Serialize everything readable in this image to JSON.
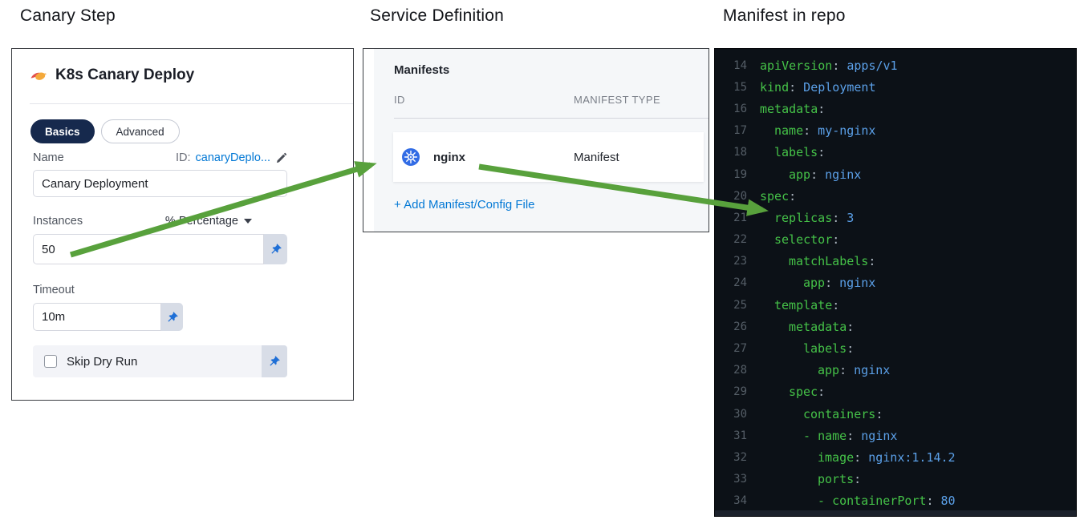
{
  "page": {
    "titles": {
      "canary_step": "Canary Step",
      "service_definition": "Service Definition",
      "manifest_in_repo": "Manifest in repo"
    }
  },
  "colors": {
    "arrow_green": "#58a13c",
    "accent_blue": "#0278d5",
    "kubernetes_blue": "#326ce5",
    "active_pill_navy": "#16294d",
    "code_background": "#0c1117",
    "code_key_green": "#45c248",
    "code_value_blue": "#5ba0e8",
    "code_line_number_gray": "#555e67"
  },
  "icons": {
    "step_icon": "canary-bird-icon",
    "edit_icon": "pencil-icon",
    "pin_icon": "pushpin-icon",
    "unit_caret": "caret-down-icon",
    "manifest_icon": "kubernetes-icon",
    "checkbox": "checkbox-unchecked"
  },
  "canary_panel": {
    "title": "K8s Canary Deploy",
    "tabs": [
      {
        "label": "Basics",
        "active": true
      },
      {
        "label": "Advanced",
        "active": false
      }
    ],
    "name_label": "Name",
    "id_prefix": "ID:",
    "id_value": "canaryDeplo...",
    "name_value": "Canary Deployment",
    "instances_label": "Instances",
    "unit_dropdown_label": "% Percentage",
    "instances_value": "50",
    "timeout_label": "Timeout",
    "timeout_value": "10m",
    "skip_dry_run_label": "Skip Dry Run",
    "skip_dry_run_checked": false
  },
  "service_panel": {
    "heading": "Manifests",
    "columns": [
      "ID",
      "MANIFEST TYPE"
    ],
    "rows": [
      {
        "id": "nginx",
        "type": "Manifest"
      }
    ],
    "add_link": "+ Add Manifest/Config File"
  },
  "code_panel": {
    "language": "yaml",
    "lines": [
      {
        "num": 14,
        "indent": 0,
        "dash": false,
        "key": "apiVersion",
        "value": "apps/v1"
      },
      {
        "num": 15,
        "indent": 0,
        "dash": false,
        "key": "kind",
        "value": "Deployment"
      },
      {
        "num": 16,
        "indent": 0,
        "dash": false,
        "key": "metadata",
        "value": null
      },
      {
        "num": 17,
        "indent": 2,
        "dash": false,
        "key": "name",
        "value": "my-nginx"
      },
      {
        "num": 18,
        "indent": 2,
        "dash": false,
        "key": "labels",
        "value": null
      },
      {
        "num": 19,
        "indent": 4,
        "dash": false,
        "key": "app",
        "value": "nginx"
      },
      {
        "num": 20,
        "indent": 0,
        "dash": false,
        "key": "spec",
        "value": null
      },
      {
        "num": 21,
        "indent": 2,
        "dash": false,
        "key": "replicas",
        "value": "3"
      },
      {
        "num": 22,
        "indent": 2,
        "dash": false,
        "key": "selector",
        "value": null
      },
      {
        "num": 23,
        "indent": 4,
        "dash": false,
        "key": "matchLabels",
        "value": null
      },
      {
        "num": 24,
        "indent": 6,
        "dash": false,
        "key": "app",
        "value": "nginx"
      },
      {
        "num": 25,
        "indent": 2,
        "dash": false,
        "key": "template",
        "value": null
      },
      {
        "num": 26,
        "indent": 4,
        "dash": false,
        "key": "metadata",
        "value": null
      },
      {
        "num": 27,
        "indent": 6,
        "dash": false,
        "key": "labels",
        "value": null
      },
      {
        "num": 28,
        "indent": 8,
        "dash": false,
        "key": "app",
        "value": "nginx"
      },
      {
        "num": 29,
        "indent": 4,
        "dash": false,
        "key": "spec",
        "value": null
      },
      {
        "num": 30,
        "indent": 6,
        "dash": false,
        "key": "containers",
        "value": null
      },
      {
        "num": 31,
        "indent": 6,
        "dash": true,
        "key": "name",
        "value": "nginx"
      },
      {
        "num": 32,
        "indent": 8,
        "dash": false,
        "key": "image",
        "value": "nginx:1.14.2"
      },
      {
        "num": 33,
        "indent": 8,
        "dash": false,
        "key": "ports",
        "value": null
      },
      {
        "num": 34,
        "indent": 8,
        "dash": true,
        "key": "containerPort",
        "value": "80"
      }
    ]
  }
}
